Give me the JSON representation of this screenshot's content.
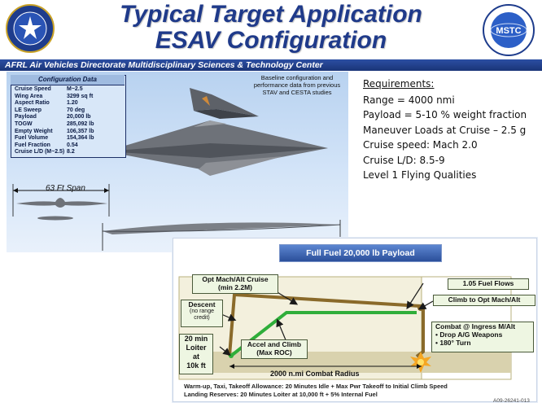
{
  "header": {
    "title_line1": "Typical Target Application",
    "title_line2": "ESAV Configuration",
    "band_text": "AFRL Air Vehicles Directorate Multidisciplinary Sciences & Technology Center"
  },
  "logos": {
    "right_text": "MSTC"
  },
  "config": {
    "title": "Configuration Data",
    "rows": [
      {
        "key": "Cruise Speed",
        "val": "M~2.5"
      },
      {
        "key": "Wing Area",
        "val": "3299 sq ft"
      },
      {
        "key": "Aspect Ratio",
        "val": "1.20"
      },
      {
        "key": "LE Sweep",
        "val": "70 deg"
      },
      {
        "key": "Payload",
        "val": "20,000 lb"
      },
      {
        "key": "TOGW",
        "val": "285,092 lb"
      },
      {
        "key": "Empty Weight",
        "val": "106,357 lb"
      },
      {
        "key": "Fuel Volume",
        "val": "154,364 lb"
      },
      {
        "key": "Fuel Fraction",
        "val": "0.54"
      },
      {
        "key": "Cruise L/D (M~2.5)",
        "val": "8.2"
      }
    ]
  },
  "baseline_note": "Baseline configuration and performance data from previous STAV and CESTA studies",
  "span_label": "63 Ft Span",
  "requirements": {
    "title": "Requirements:",
    "items": [
      "Range = 4000 nmi",
      "Payload = 5-10 % weight fraction",
      "Maneuver Loads at Cruise – 2.5 g",
      "Cruise speed: Mach 2.0",
      "Cruise L/D: 8.5-9",
      "Level 1 Flying Qualities"
    ]
  },
  "mission": {
    "header": "Full Fuel 20,000 lb Payload",
    "opt_cruise": "Opt Mach/Alt Cruise\n(min 2.2M)",
    "descent_title": "Descent",
    "descent_sub": "(no range\ncredit)",
    "fuel_flows": "1.05 Fuel Flows",
    "climb_opt": "Climb to Opt Mach/Alt",
    "loiter": "20 min\nLoiter\nat\n10k ft",
    "accel": "Accel and  Climb\n(Max ROC)",
    "combat_title": "Combat @ Ingress M/Alt",
    "combat_items": [
      "Drop A/G Weapons",
      "180° Turn"
    ],
    "radius": "2000 n.mi Combat Radius",
    "footnote1": "Warm-up, Taxi, Takeoff Allowance:  20 Minutes Idle + Max Pwr Takeoff to Initial Climb Speed",
    "footnote2": "Landing Reserves:  20 Minutes Loiter at 10,000 ft + 5% Internal Fuel",
    "code": "A09-26241-013"
  },
  "colors": {
    "title": "#1f3a8a",
    "band": "#1a3477",
    "cruise_path": "#8a6a2a",
    "climb_path": "#2fae3a",
    "callout_bg": "#eef6e2"
  }
}
